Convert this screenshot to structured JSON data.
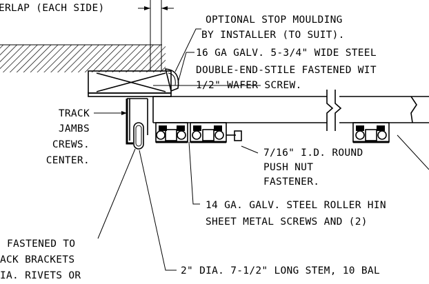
{
  "labels": {
    "overlap": "ERLAP (EACH SIDE)",
    "stop_line1": "OPTIONAL STOP MOULDING",
    "stop_line2": "BY INSTALLER (TO SUIT).",
    "stile_line1": "16 GA GALV. 5-3/4\" WIDE STEEL",
    "stile_line2": "DOUBLE-END-STILE FASTENED WIT",
    "stile_line3": "1/2\" WAFER SCREW.",
    "track_line1": "TRACK",
    "track_line2": "JAMBS",
    "track_line3": "CREWS.",
    "track_line4": "CENTER.",
    "nut_line1": "7/16\" I.D. ROUND",
    "nut_line2": "PUSH NUT",
    "nut_line3": "FASTENER.",
    "hinge_line1": "14 GA. GALV. STEEL ROLLER HIN",
    "hinge_line2": "SHEET METAL SCREWS AND (2)",
    "bracket_line1": "FASTENED TO",
    "bracket_line2": "ACK BRACKETS",
    "bracket_line3": "IA. RIVETS OR",
    "stem_line1": "2\" DIA. 7-1/2\" LONG STEM, 10 BAL"
  }
}
